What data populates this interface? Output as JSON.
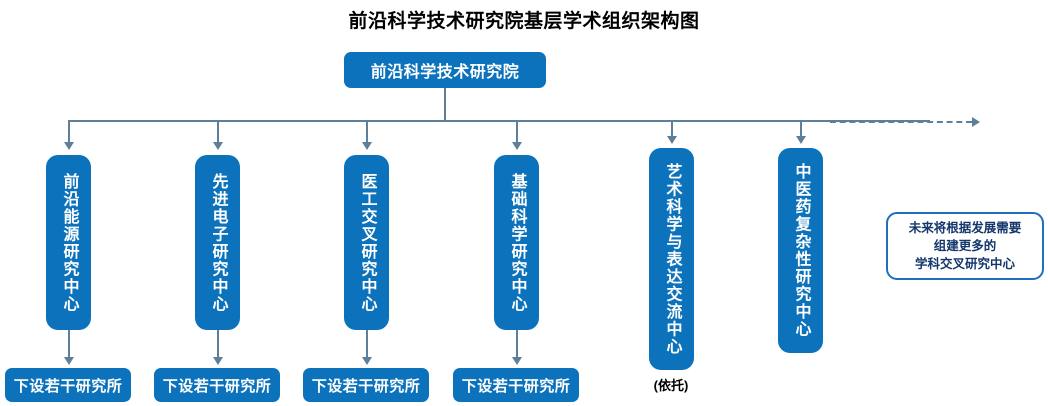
{
  "title": "前沿科学技术研究院基层学术组织架构图",
  "root": {
    "label": "前沿科学技术研究院"
  },
  "centers": [
    {
      "label": "前沿能源研究中心",
      "sub_note": "",
      "leaf": "下设若干研究所"
    },
    {
      "label": "先进电子研究中心",
      "sub_note": "",
      "leaf": "下设若干研究所"
    },
    {
      "label": "医工交叉研究中心",
      "sub_note": "",
      "leaf": "下设若干研究所"
    },
    {
      "label": "基础科学研究中心",
      "sub_note": "",
      "leaf": "下设若干研究所"
    },
    {
      "label": "艺术科学与表达交流中心",
      "sub_note": "(依托)",
      "leaf": ""
    },
    {
      "label": "中医药复杂性研究中心",
      "sub_note": "",
      "leaf": ""
    }
  ],
  "future_note": {
    "line1": "未来将根据发展需要",
    "line2": "组建更多的",
    "line3": "学科交叉研究中心"
  },
  "colors": {
    "box_blue": "#0C72BC",
    "connector": "#5E7F99",
    "note_border": "#1F6FC0",
    "note_text": "#14376B",
    "title_text": "#000000",
    "box_text": "#FFFFFF"
  },
  "icons": {
    "expansion_arrow": "dashed-arrow-right-icon"
  }
}
